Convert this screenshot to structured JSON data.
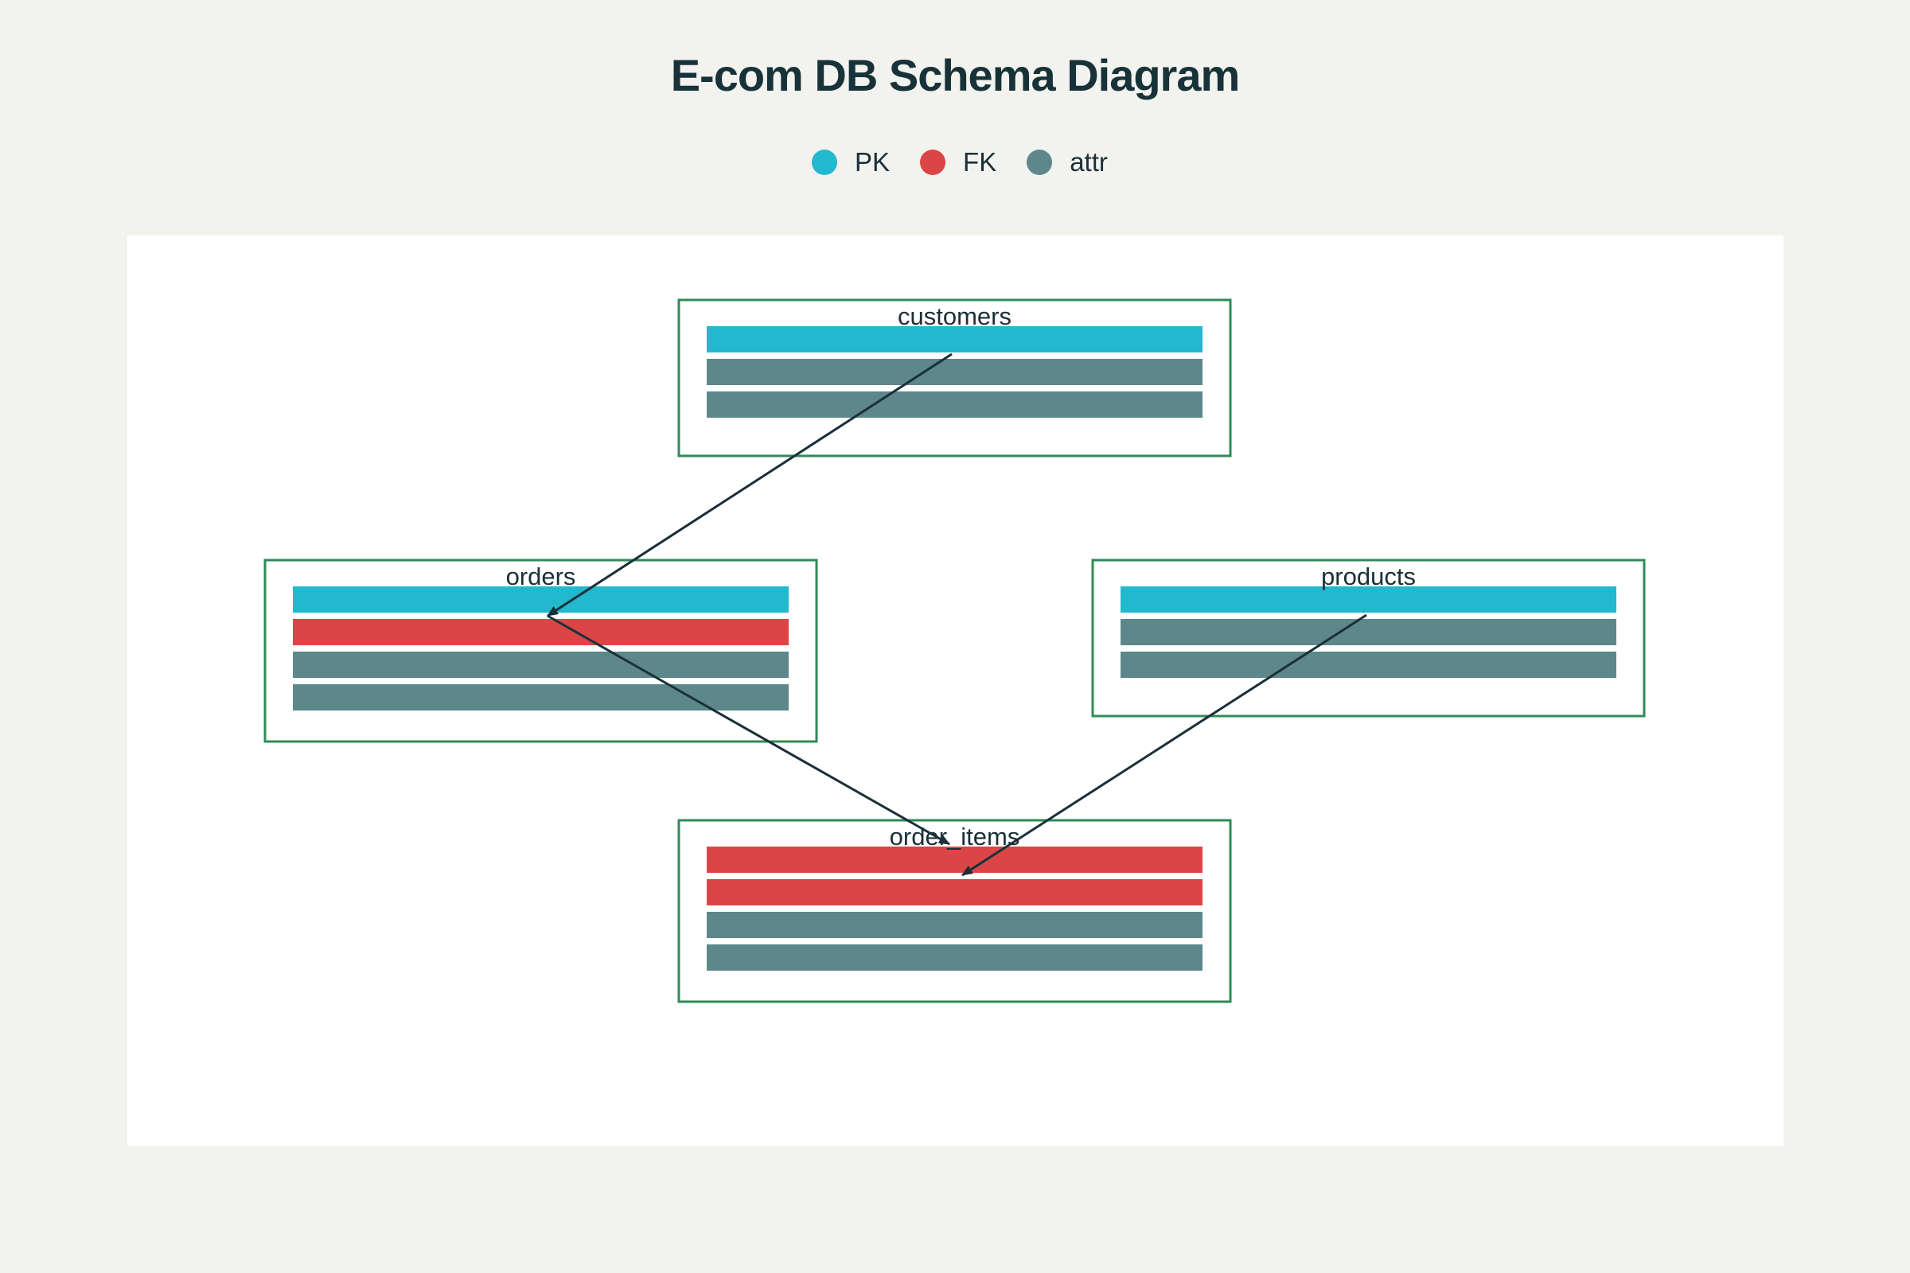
{
  "title": "E-com DB Schema Diagram",
  "legend": [
    {
      "label": "PK",
      "color": "#22b8cd"
    },
    {
      "label": "FK",
      "color": "#db4545"
    },
    {
      "label": "attr",
      "color": "#5d878b"
    }
  ],
  "colors": {
    "table_border": "#2e8b57",
    "relation_line": "#1a3038"
  },
  "tables": [
    {
      "name": "customers",
      "rows": [
        "PK",
        "attr",
        "attr"
      ]
    },
    {
      "name": "orders",
      "rows": [
        "PK",
        "FK",
        "attr",
        "attr"
      ]
    },
    {
      "name": "products",
      "rows": [
        "PK",
        "attr",
        "attr"
      ]
    },
    {
      "name": "order_items",
      "rows": [
        "FK",
        "FK",
        "attr",
        "attr"
      ]
    }
  ],
  "relations": [
    {
      "from": "customers",
      "to": "orders"
    },
    {
      "from": "orders",
      "to": "order_items"
    },
    {
      "from": "products",
      "to": "order_items"
    }
  ]
}
